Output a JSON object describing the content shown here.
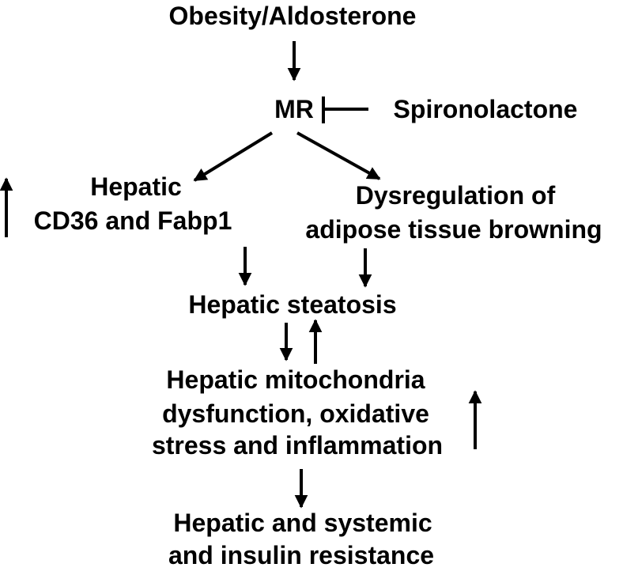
{
  "diagram": {
    "nodes": {
      "obesity": "Obesity/Aldosterone",
      "mr": "MR",
      "spironolactone": "Spironolactone",
      "hepatic_cd36_line1": "Hepatic",
      "hepatic_cd36_line2": "CD36 and Fabp1",
      "dysregulation_line1": "Dysregulation of",
      "dysregulation_line2": "adipose tissue browning",
      "steatosis": "Hepatic steatosis",
      "mito_line1": "Hepatic mitochondria",
      "mito_line2": "dysfunction, oxidative",
      "mito_line3": "stress and inflammation",
      "insulin_line1": "Hepatic and systemic",
      "insulin_line2": "and insulin resistance"
    }
  }
}
